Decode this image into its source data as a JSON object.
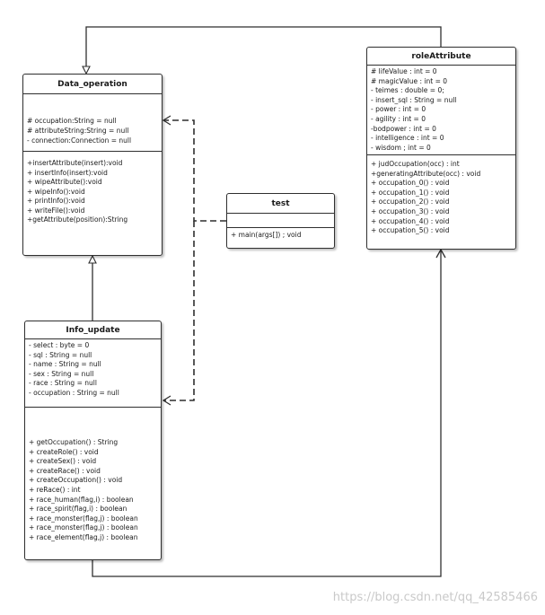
{
  "classes": {
    "data_operation": {
      "name": "Data_operation",
      "attributes": [
        "# occupation:String = null",
        "# attributeString:String = null",
        "- connection:Connection = null"
      ],
      "methods": [
        "+insertAttribute(insert):void",
        "+ insertInfo(insert):void",
        "+ wipeAttribute():void",
        "+ wipeInfo():void",
        "+ printInfo():void",
        "+ writeFile():void",
        "+getAttribute(position):String"
      ]
    },
    "test": {
      "name": "test",
      "attributes": [],
      "methods": [
        "+ main(args[]) ; void"
      ]
    },
    "role_attribute": {
      "name": "roleAttribute",
      "attributes": [
        "# lifeValue : int = 0",
        "# magicValue : int = 0",
        "- teimes : double = 0;",
        "- insert_sql  : String = null",
        "- power : int = 0",
        "- agility : int = 0",
        "-bodpower : int = 0",
        "- intelligence : int = 0",
        "- wisdom ; int = 0"
      ],
      "methods": [
        "+ judOccupation(occ) : int",
        "+generatingAttribute(occ) : void",
        "+ occupation_0() : void",
        "+ occupation_1() : void",
        "+ occupation_2() : void",
        "+ occupation_3() : void",
        "+ occupation_4() : void",
        "+ occupation_5() : void"
      ]
    },
    "info_update": {
      "name": "Info_update",
      "attributes": [
        "- select : byte = 0",
        "- sql : String = null",
        "- name : String = null",
        "- sex : String = null",
        "- race : String = null",
        "- occupation : String = null"
      ],
      "methods": [
        "+ getOccupation() : String",
        "+ createRole() : void",
        "+ createSex() : void",
        "+ createRace() : void",
        "+ createOccupation() : void",
        "+ reRace() : int",
        "+ race_human(flag,i) : boolean",
        "+ race_spirit(flag,i) : boolean",
        "+ race_monster(flag,j) : boolean",
        "+ race_monster(flag,j) : boolean",
        "+ race_element(flag,j) : boolean"
      ]
    }
  },
  "watermark": "https://blog.csdn.net/qq_42585466",
  "colors": {
    "line": "#2f2f2f",
    "watermark": "#c9c9c9"
  }
}
